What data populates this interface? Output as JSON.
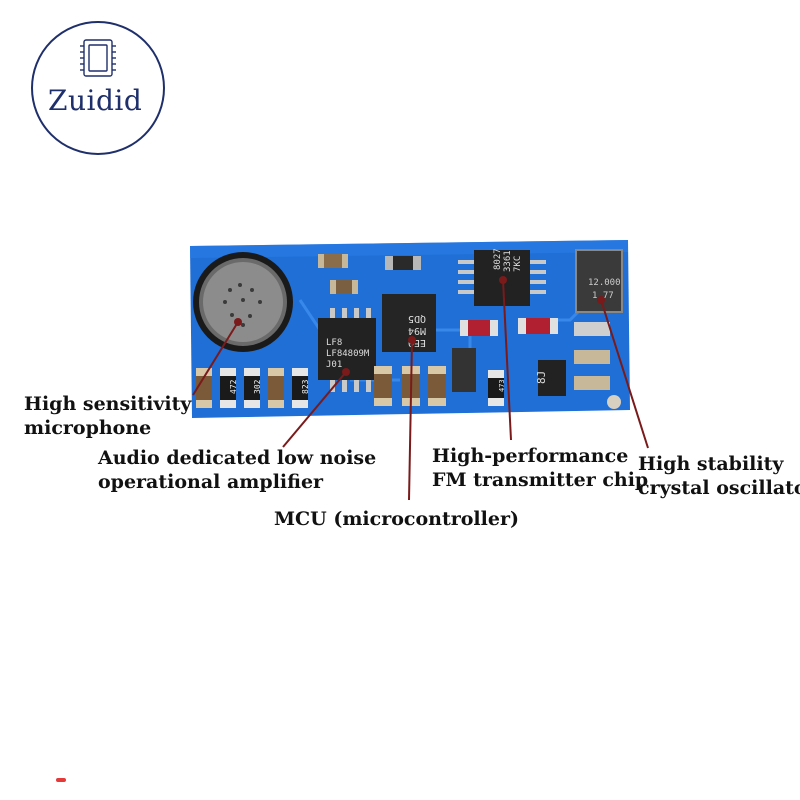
{
  "logo": {
    "text": "Zuidid"
  },
  "board_markings": {
    "amp_chip": [
      "LF8",
      "LF84809M",
      "J01"
    ],
    "mcu_chip": [
      "QD5",
      "M94",
      "EE0"
    ],
    "fm_chip": [
      "8027",
      "3361",
      "7KC"
    ],
    "crystal": [
      "12.000",
      "1.77"
    ],
    "resistors": [
      "472",
      "302",
      "823",
      "473"
    ],
    "inductor": "8J"
  },
  "labels": {
    "microphone": [
      "High sensitivity",
      "microphone"
    ],
    "amplifier": [
      "Audio dedicated low noise",
      "operational amplifier"
    ],
    "mcu": [
      "MCU (microcontroller)"
    ],
    "fm_chip": [
      "High-performance",
      "FM transmitter chip"
    ],
    "oscillator": [
      "High stability",
      "crystal oscillator"
    ]
  }
}
